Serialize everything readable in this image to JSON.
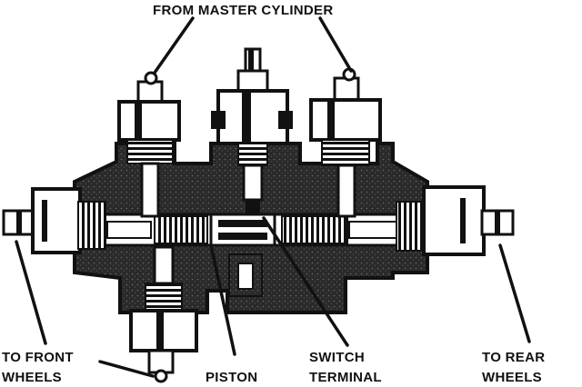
{
  "labels": {
    "from_master_cylinder": "FROM MASTER CYLINDER",
    "to_front_wheels_line1": "TO FRONT",
    "to_front_wheels_line2": "WHEELS",
    "piston": "PISTON",
    "switch_terminal_line1": "SWITCH",
    "switch_terminal_line2": "TERMINAL",
    "to_rear_wheels_line1": "TO REAR",
    "to_rear_wheels_line2": "WHEELS"
  },
  "colors": {
    "ink": "#111111",
    "paper": "#ffffff",
    "body_fill": "#3a3a3a"
  }
}
